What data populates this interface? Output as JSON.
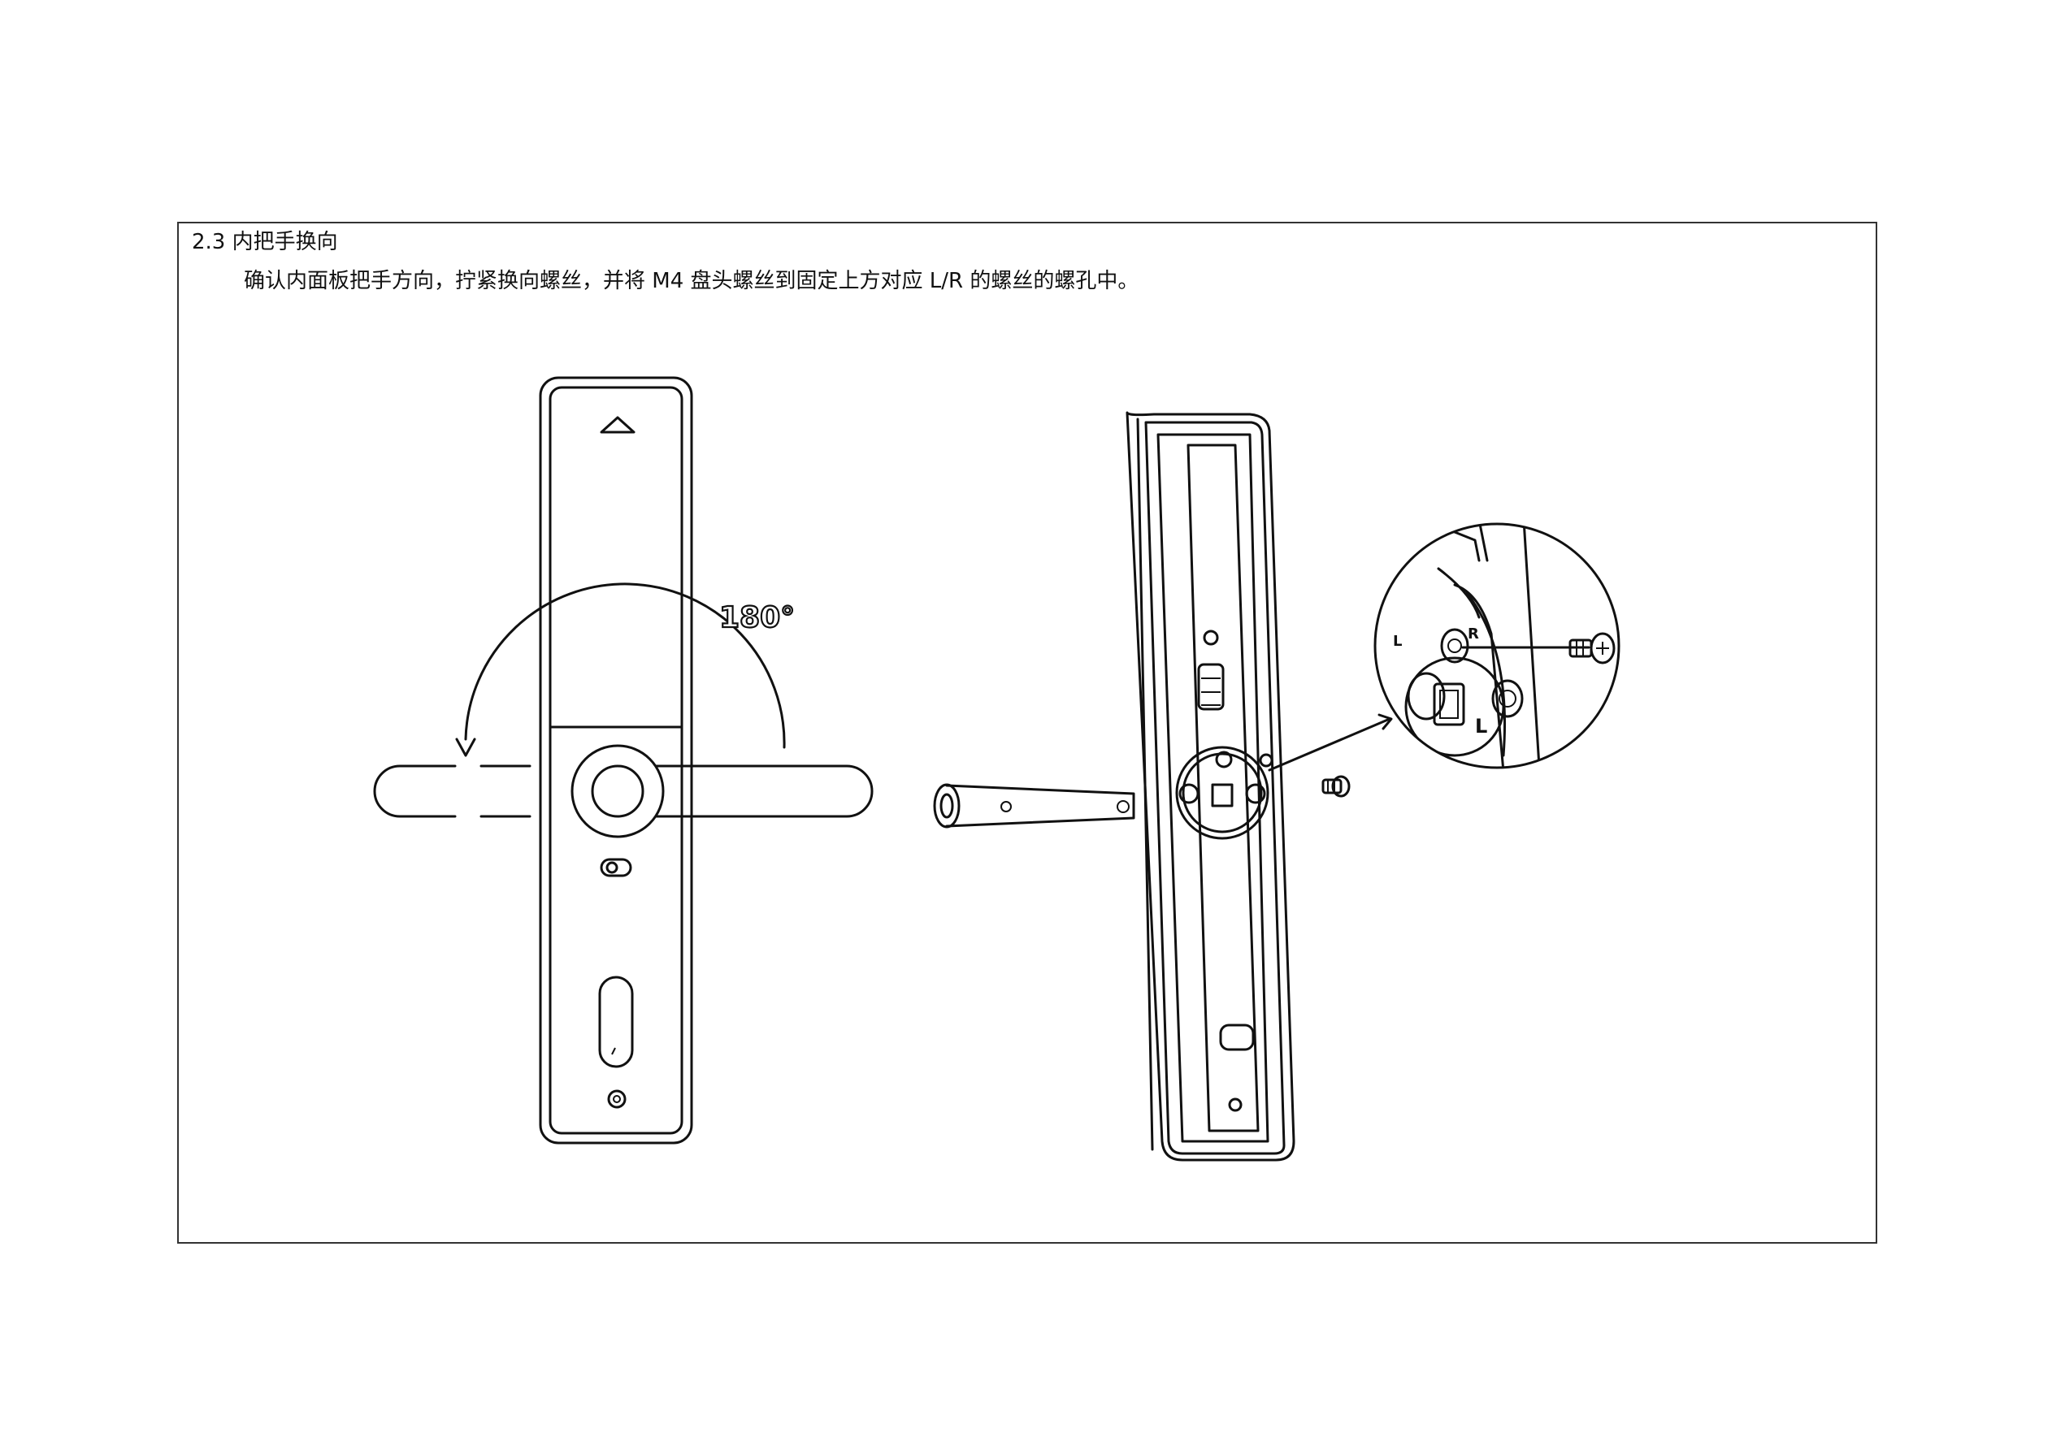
{
  "section": {
    "heading": "2.3 内把手换向",
    "instruction": "确认内面板把手方向，拧紧换向螺丝，并将 M4 盘头螺丝到固定上方对应 L/R 的螺丝的螺孔中。"
  },
  "figure_left": {
    "rotation_label": "180°"
  },
  "figure_right": {
    "detail_labels": {
      "left_small": "L",
      "right_small": "R",
      "left_large": "L"
    }
  }
}
